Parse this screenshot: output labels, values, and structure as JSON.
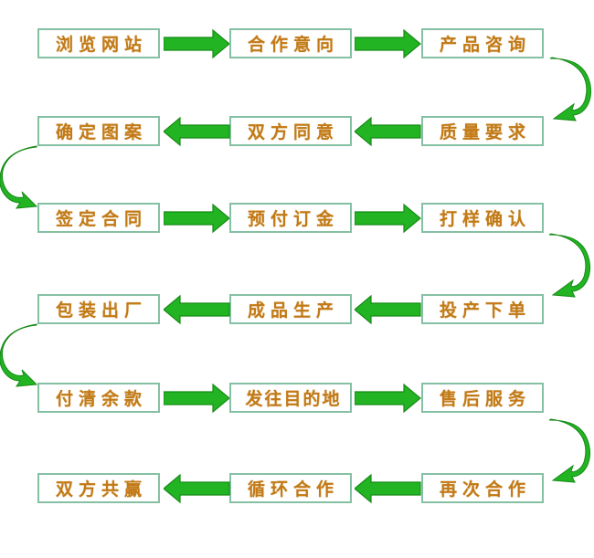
{
  "diagram": {
    "title": "",
    "colors": {
      "box_border": "#86c0a4",
      "text": "#c27a16",
      "arrow_fill": "#22b422",
      "arrow_stroke": "#178a17",
      "background": "#ffffff"
    },
    "steps": [
      {
        "label": "浏览网站"
      },
      {
        "label": "合作意向"
      },
      {
        "label": "产品咨询"
      },
      {
        "label": "质量要求"
      },
      {
        "label": "双方同意"
      },
      {
        "label": "确定图案"
      },
      {
        "label": "签定合同"
      },
      {
        "label": "预付订金"
      },
      {
        "label": "打样确认"
      },
      {
        "label": "投产下单"
      },
      {
        "label": "成品生产"
      },
      {
        "label": "包装出厂"
      },
      {
        "label": "付清余款"
      },
      {
        "label": "发往目的地"
      },
      {
        "label": "售后服务"
      },
      {
        "label": "再次合作"
      },
      {
        "label": "循环合作"
      },
      {
        "label": "双方共赢"
      }
    ]
  }
}
